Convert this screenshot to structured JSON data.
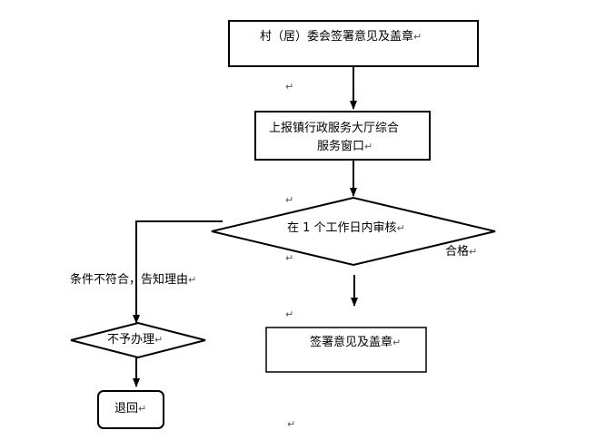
{
  "nodes": {
    "committee": "村（居）委会签署意见及盖章",
    "report_line1": "上报镇行政服务大厅综合",
    "report_line2": "服务窗口",
    "review": "在 1 个工作日内审核",
    "sign": "签署意见及盖章",
    "reject": "不予办理",
    "return": "退回"
  },
  "edges": {
    "qualified": "合格",
    "not_qualified": "条件不符合，告知理由"
  },
  "paragraph_mark": "↵",
  "colors": {
    "line": "#000000",
    "background": "#ffffff"
  }
}
